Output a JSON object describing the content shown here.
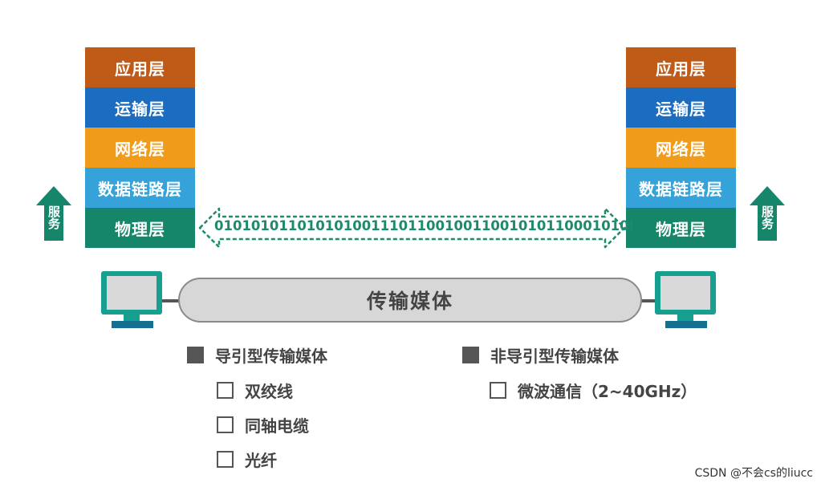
{
  "layers": [
    {
      "label": "应用层",
      "color": "#bf5a17"
    },
    {
      "label": "运输层",
      "color": "#1b6dc1"
    },
    {
      "label": "网络层",
      "color": "#f19b1a"
    },
    {
      "label": "数据链路层",
      "color": "#35a2d9"
    },
    {
      "label": "物理层",
      "color": "#16866a"
    }
  ],
  "service_label": "服务",
  "service_color": "#16866a",
  "bitstream": "010101011010101001110110010011001010110001010l",
  "bitstream_color": "#1e8a6c",
  "computer_color": "#17a08f",
  "medium_label": "传输媒体",
  "guided": {
    "title": "导引型传输媒体",
    "items": [
      "双绞线",
      "同轴电缆",
      "光纤"
    ]
  },
  "unguided": {
    "title": "非导引型传输媒体",
    "items": [
      "微波通信（2~40GHz）"
    ]
  },
  "watermark": "CSDN @不会cs的liucc"
}
